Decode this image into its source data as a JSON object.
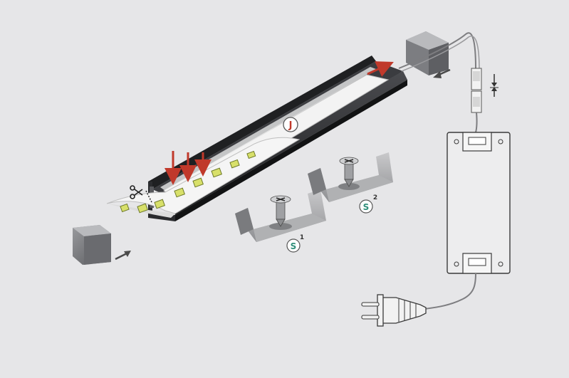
{
  "colors": {
    "background": "#e6e6e8",
    "profile": "#2f3033",
    "accent_red": "#c0392b",
    "badge_teal": "#2f8f7a",
    "arrow_gray": "#4a4a4a",
    "driver_fill": "#ededee"
  },
  "labels": {
    "clip_badge_j": "J",
    "clip_badge_s1": "S",
    "clip_badge_s2": "S",
    "clip_index_1": "1",
    "clip_index_2": "2"
  },
  "icons": {
    "cut": "scissors-icon",
    "insert": "arrow-icon",
    "press": "down-arrow-icon"
  }
}
